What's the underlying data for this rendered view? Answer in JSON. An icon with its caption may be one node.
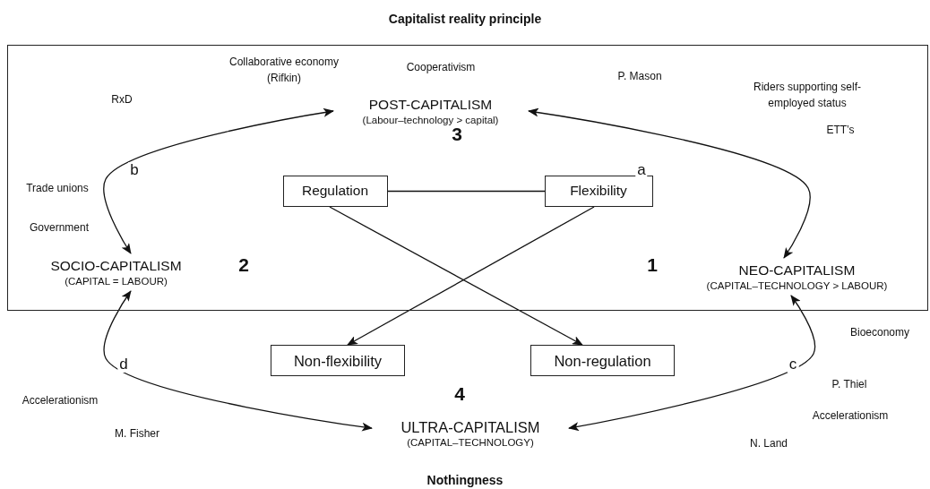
{
  "diagram": {
    "title": "Capitalist reality principle",
    "nodes": [
      {
        "text": [],
        "shape": "box"
      },
      {
        "text": [
          "POST-CAPITALISM",
          "(Labour–technology > capital)"
        ],
        "in": 0
      },
      {
        "text": [
          "Regulation"
        ],
        "in": 0
      },
      {
        "text": [
          "Flexibility"
        ],
        "in": 0
      },
      {
        "text": [
          "SOCIO-CAPITALISM",
          "(CAPITAL = LABOUR)"
        ],
        "in": 0
      },
      {
        "text": [
          "NEO-CAPITALISM",
          "(CAPITAL–TECHNOLOGY > LABOUR)"
        ],
        "in": 0
      },
      {
        "text": [
          "Non-flexibility"
        ]
      },
      {
        "text": [
          "Non-regulation"
        ]
      },
      {
        "text": [
          "ULTRA-CAPITALISM",
          "(CAPITAL–TECHNOLOGY)"
        ]
      }
    ],
    "edges": [
      {
        "from": 5,
        "to": 1,
        "arrow": "both",
        "label": "a"
      },
      {
        "from": 4,
        "to": 1,
        "arrow": "both",
        "label": "b"
      },
      {
        "from": 5,
        "to": 8,
        "arrow": "both",
        "label": "c"
      },
      {
        "from": 4,
        "to": 8,
        "arrow": "both",
        "label": "d"
      },
      {
        "from": 2,
        "to": 3,
        "arrow": "none"
      },
      {
        "from": 2,
        "to": 7,
        "arrow": "to"
      },
      {
        "from": 3,
        "to": 6,
        "arrow": "to"
      }
    ],
    "labels": [
      "Collaborative economy (Rifkin)",
      "Cooperativism",
      "P. Mason",
      "RxD",
      "Riders supporting self-employed status",
      "ETT’s",
      "3",
      "Trade unions",
      "Government",
      "2",
      "1",
      "Bioeconomy",
      "4",
      "P. Thiel",
      "Accelerationism",
      "Accelerationism",
      "M. Fisher",
      "N. Land",
      "Nothingness"
    ]
  }
}
